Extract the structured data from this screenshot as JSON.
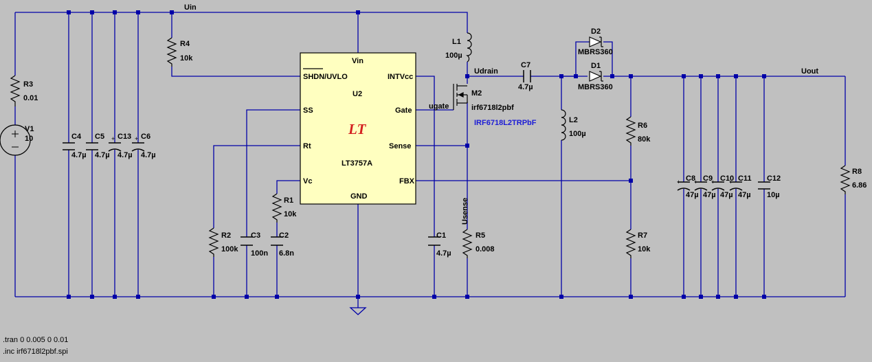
{
  "nets": {
    "uin": "Uin",
    "udrain": "Udrain",
    "ugate": "ugate",
    "usense": "Usense",
    "uout": "Uout"
  },
  "ic": {
    "ref": "U2",
    "part": "LT3757A",
    "logo": "LT",
    "pins": {
      "vin": "Vin",
      "shdn": "SHDN/UVLO",
      "intvcc": "INTVcc",
      "ss": "SS",
      "gate": "Gate",
      "rt": "Rt",
      "sense": "Sense",
      "vc": "Vc",
      "fbx": "FBX",
      "gnd": "GND"
    }
  },
  "components": {
    "V1": {
      "ref": "V1",
      "value": "10"
    },
    "R3": {
      "ref": "R3",
      "value": "0.01"
    },
    "C4": {
      "ref": "C4",
      "value": "4.7µ"
    },
    "C5": {
      "ref": "C5",
      "value": "4.7µ"
    },
    "C13": {
      "ref": "C13",
      "value": "4.7µ"
    },
    "C6": {
      "ref": "C6",
      "value": "4.7µ"
    },
    "R4": {
      "ref": "R4",
      "value": "10k"
    },
    "R2": {
      "ref": "R2",
      "value": "100k"
    },
    "C3": {
      "ref": "C3",
      "value": "100n"
    },
    "R1": {
      "ref": "R1",
      "value": "10k"
    },
    "C2": {
      "ref": "C2",
      "value": "6.8n"
    },
    "C1": {
      "ref": "C1",
      "value": "4.7µ"
    },
    "L1": {
      "ref": "L1",
      "value": "100µ"
    },
    "M2": {
      "ref": "M2",
      "value": "irf6718l2pbf",
      "part": "IRF6718L2TRPbF"
    },
    "R5": {
      "ref": "R5",
      "value": "0.008"
    },
    "C7": {
      "ref": "C7",
      "value": "4.7µ"
    },
    "L2": {
      "ref": "L2",
      "value": "100µ"
    },
    "D2": {
      "ref": "D2",
      "value": "MBRS360"
    },
    "D1": {
      "ref": "D1",
      "value": "MBRS360"
    },
    "R6": {
      "ref": "R6",
      "value": "80k"
    },
    "R7": {
      "ref": "R7",
      "value": "10k"
    },
    "C8": {
      "ref": "C8",
      "value": "47µ"
    },
    "C9": {
      "ref": "C9",
      "value": "47µ"
    },
    "C10": {
      "ref": "C10",
      "value": "47µ"
    },
    "C11": {
      "ref": "C11",
      "value": "47µ"
    },
    "C12": {
      "ref": "C12",
      "value": "10µ"
    },
    "R8": {
      "ref": "R8",
      "value": "6.86"
    }
  },
  "directives": {
    "tran": ".tran 0 0.005 0 0.01",
    "inc": ".inc irf6718l2pbf.spi"
  },
  "colors": {
    "wire": "#0000a8",
    "ic_fill": "#ffffc0",
    "background": "#c0c0c0",
    "logo": "#d42020",
    "blue_text": "#1c1cd6"
  }
}
